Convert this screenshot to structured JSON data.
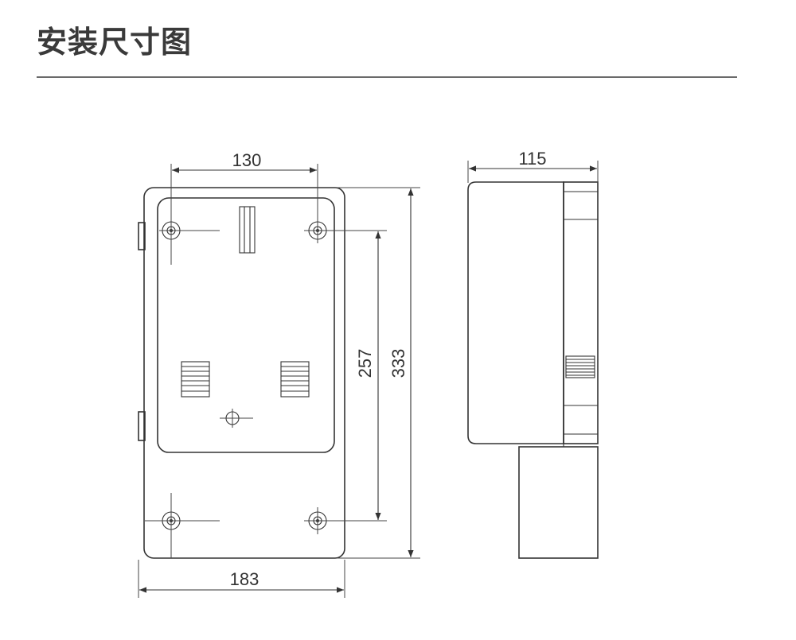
{
  "header": {
    "title": "安装尺寸图"
  },
  "dimensions": {
    "top_hole_spacing": "130",
    "hole_vertical_spacing": "257",
    "total_height": "333",
    "total_width": "183",
    "depth": "115"
  }
}
